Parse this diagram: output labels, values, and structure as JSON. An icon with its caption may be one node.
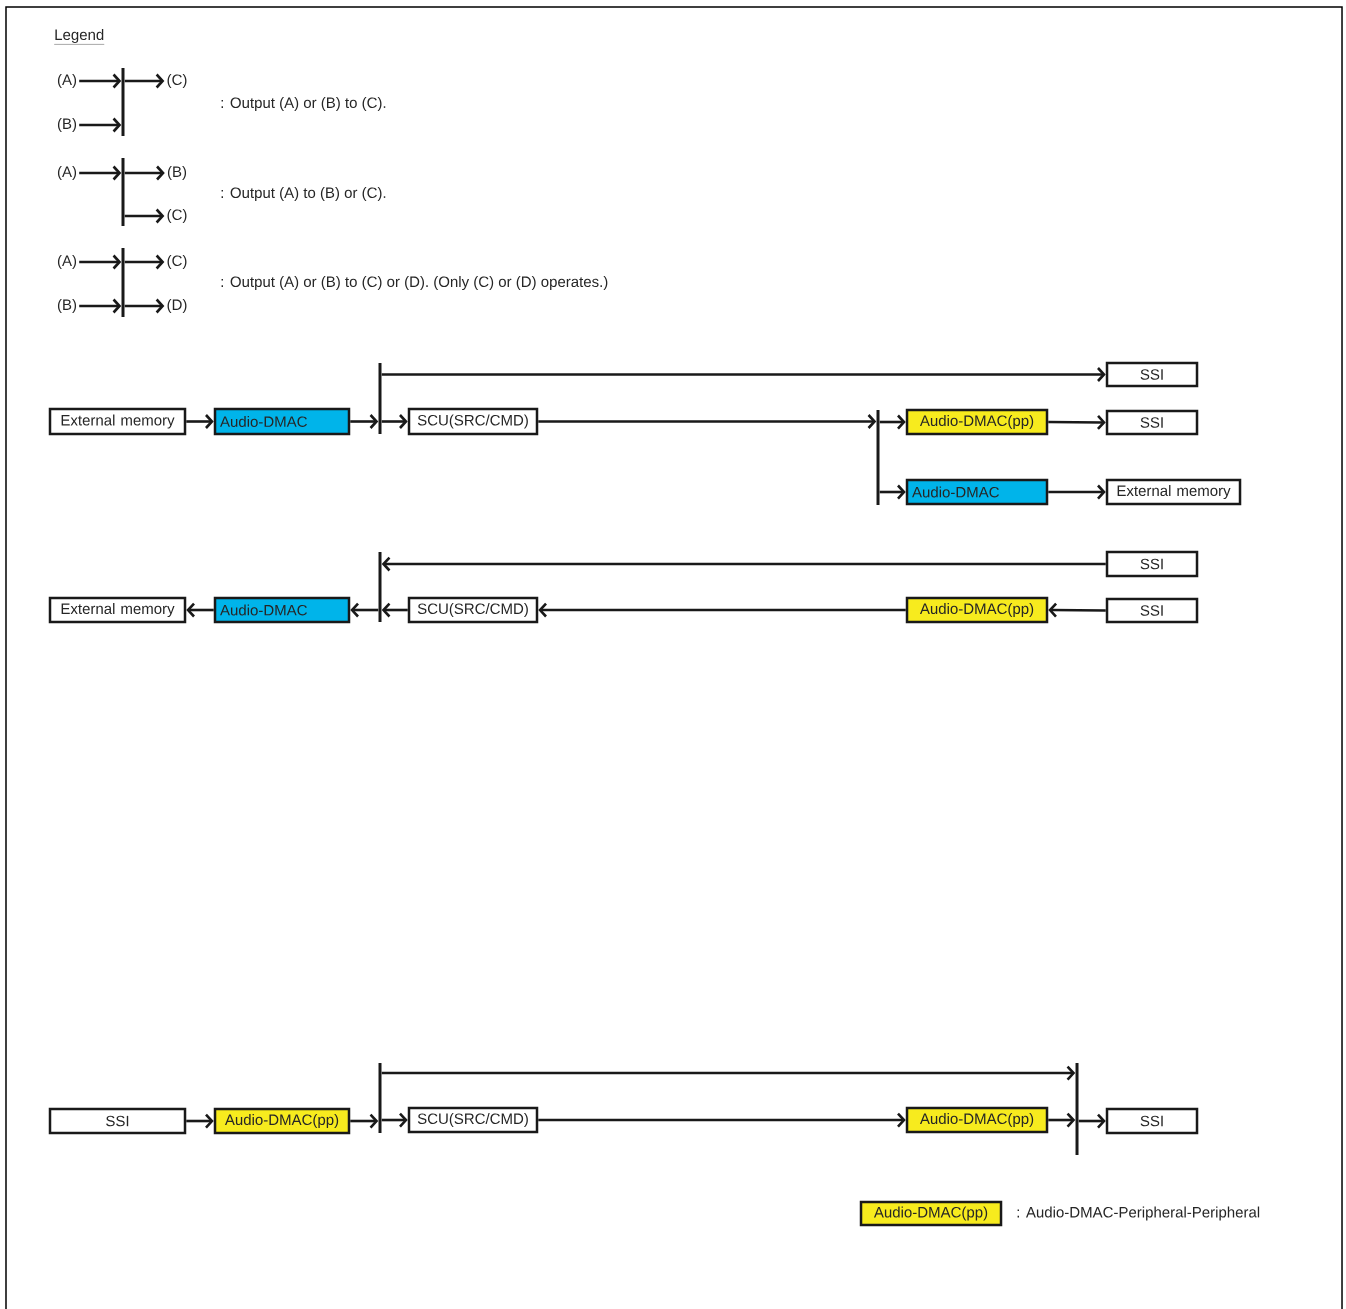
{
  "diagram": {
    "nodes": [
      {
        "text": [
          "(A)"
        ]
      },
      {
        "text": [],
        "shape": "bar"
      },
      {
        "text": [
          "(C)"
        ]
      },
      {
        "text": [
          "(B)"
        ]
      },
      {
        "text": [
          "(A)"
        ]
      },
      {
        "text": [],
        "shape": "bar"
      },
      {
        "text": [
          "(B)"
        ]
      },
      {
        "text": [
          "(C)"
        ]
      },
      {
        "text": [
          "(A)"
        ]
      },
      {
        "text": [],
        "shape": "bar"
      },
      {
        "text": [
          "(C)"
        ]
      },
      {
        "text": [
          "(B)"
        ]
      },
      {
        "text": [
          "(D)"
        ]
      },
      {
        "text": [
          "External memory"
        ]
      },
      {
        "text": [
          "Audio-DMAC"
        ]
      },
      {
        "text": [],
        "shape": "bar"
      },
      {
        "text": [
          "SCU(SRC/CMD)"
        ]
      },
      {
        "text": [
          "SSI"
        ]
      },
      {
        "text": [],
        "shape": "bar"
      },
      {
        "text": [
          "Audio-DMAC(pp)"
        ]
      },
      {
        "text": [
          "SSI"
        ]
      },
      {
        "text": [
          "Audio-DMAC"
        ]
      },
      {
        "text": [
          "External memory"
        ]
      },
      {
        "text": [
          "External memory"
        ]
      },
      {
        "text": [
          "Audio-DMAC"
        ]
      },
      {
        "text": [],
        "shape": "bar"
      },
      {
        "text": [
          "SCU(SRC/CMD)"
        ]
      },
      {
        "text": [
          "SSI"
        ]
      },
      {
        "text": [
          "Audio-DMAC(pp)"
        ]
      },
      {
        "text": [
          "SSI"
        ]
      },
      {
        "text": [
          "SSI"
        ]
      },
      {
        "text": [
          "Audio-DMAC(pp)"
        ]
      },
      {
        "text": [],
        "shape": "bar"
      },
      {
        "text": [
          "SCU(SRC/CMD)"
        ]
      },
      {
        "text": [
          "Audio-DMAC(pp)"
        ]
      },
      {
        "text": [],
        "shape": "bar"
      },
      {
        "text": [
          "SSI"
        ]
      },
      {
        "text": [
          "Audio-DMAC(pp)"
        ],
        "beside": [
          ": Audio-DMAC-Peripheral-Peripheral"
        ]
      }
    ],
    "edges": [
      {
        "from": 0,
        "to": 1,
        "arrow": "to"
      },
      {
        "from": 1,
        "to": 2,
        "arrow": "to"
      },
      {
        "from": 3,
        "to": 1,
        "arrow": "to"
      },
      {
        "from": 4,
        "to": 5,
        "arrow": "to"
      },
      {
        "from": 5,
        "to": 6,
        "arrow": "to"
      },
      {
        "from": 5,
        "to": 7,
        "arrow": "to"
      },
      {
        "from": 8,
        "to": 9,
        "arrow": "to"
      },
      {
        "from": 11,
        "to": 9,
        "arrow": "to"
      },
      {
        "from": 9,
        "to": 10,
        "arrow": "to"
      },
      {
        "from": 9,
        "to": 12,
        "arrow": "to"
      },
      {
        "from": 13,
        "to": 14,
        "arrow": "to"
      },
      {
        "from": 14,
        "to": 15,
        "arrow": "to"
      },
      {
        "from": 15,
        "to": 16,
        "arrow": "to"
      },
      {
        "from": 15,
        "to": 17,
        "arrow": "to"
      },
      {
        "from": 16,
        "to": 18,
        "arrow": "to"
      },
      {
        "from": 18,
        "to": 19,
        "arrow": "to"
      },
      {
        "from": 19,
        "to": 20,
        "arrow": "to"
      },
      {
        "from": 18,
        "to": 21,
        "arrow": "to"
      },
      {
        "from": 21,
        "to": 22,
        "arrow": "to"
      },
      {
        "from": 24,
        "to": 23,
        "arrow": "to"
      },
      {
        "from": 25,
        "to": 24,
        "arrow": "to"
      },
      {
        "from": 26,
        "to": 25,
        "arrow": "to"
      },
      {
        "from": 27,
        "to": 25,
        "arrow": "to"
      },
      {
        "from": 28,
        "to": 26,
        "arrow": "to"
      },
      {
        "from": 29,
        "to": 28,
        "arrow": "to"
      },
      {
        "from": 30,
        "to": 31,
        "arrow": "to"
      },
      {
        "from": 31,
        "to": 32,
        "arrow": "to"
      },
      {
        "from": 32,
        "to": 33,
        "arrow": "to"
      },
      {
        "from": 32,
        "to": 35,
        "arrow": "to"
      },
      {
        "from": 33,
        "to": 34,
        "arrow": "to"
      },
      {
        "from": 34,
        "to": 35,
        "arrow": "to"
      },
      {
        "from": 35,
        "to": 36,
        "arrow": "to"
      }
    ],
    "labels": [
      "Legend",
      ": Output (A) or (B) to (C).",
      ": Output (A) to (B) or (C).",
      ": Output (A) or (B) to (C) or (D). (Only (C) or (D) operates.)"
    ]
  }
}
